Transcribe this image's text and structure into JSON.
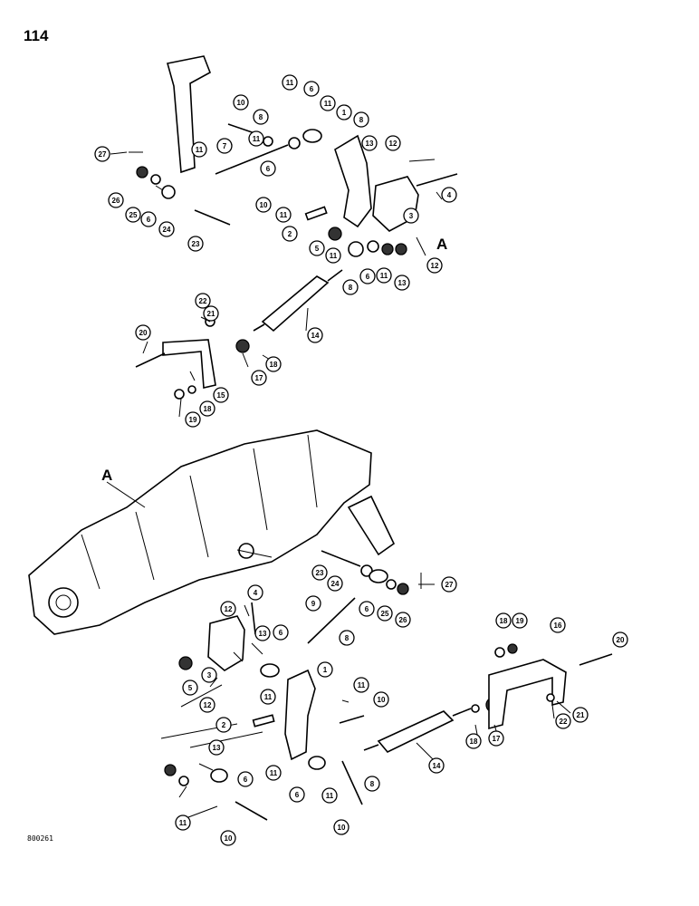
{
  "page": {
    "number": "114",
    "figure_code": "800261"
  },
  "reference_labels": {
    "top": "A",
    "bottom": "A"
  },
  "callouts": {
    "top": [
      "27",
      "10",
      "11",
      "6",
      "11",
      "1",
      "8",
      "8",
      "11",
      "11",
      "13",
      "12",
      "7",
      "6",
      "26",
      "25",
      "6",
      "24",
      "23",
      "10",
      "11",
      "2",
      "5",
      "11",
      "4",
      "3",
      "12",
      "8",
      "6",
      "11",
      "13",
      "22",
      "21",
      "20",
      "14",
      "18",
      "17",
      "15",
      "19",
      "18"
    ],
    "bottom": [
      "23",
      "24",
      "27",
      "6",
      "25",
      "26",
      "4",
      "9",
      "12",
      "13",
      "6",
      "8",
      "5",
      "3",
      "11",
      "1",
      "11",
      "10",
      "12",
      "2",
      "13",
      "11",
      "6",
      "8",
      "14",
      "6",
      "11",
      "11",
      "10",
      "10",
      "18",
      "19",
      "16",
      "20",
      "18",
      "17",
      "22",
      "21"
    ]
  }
}
